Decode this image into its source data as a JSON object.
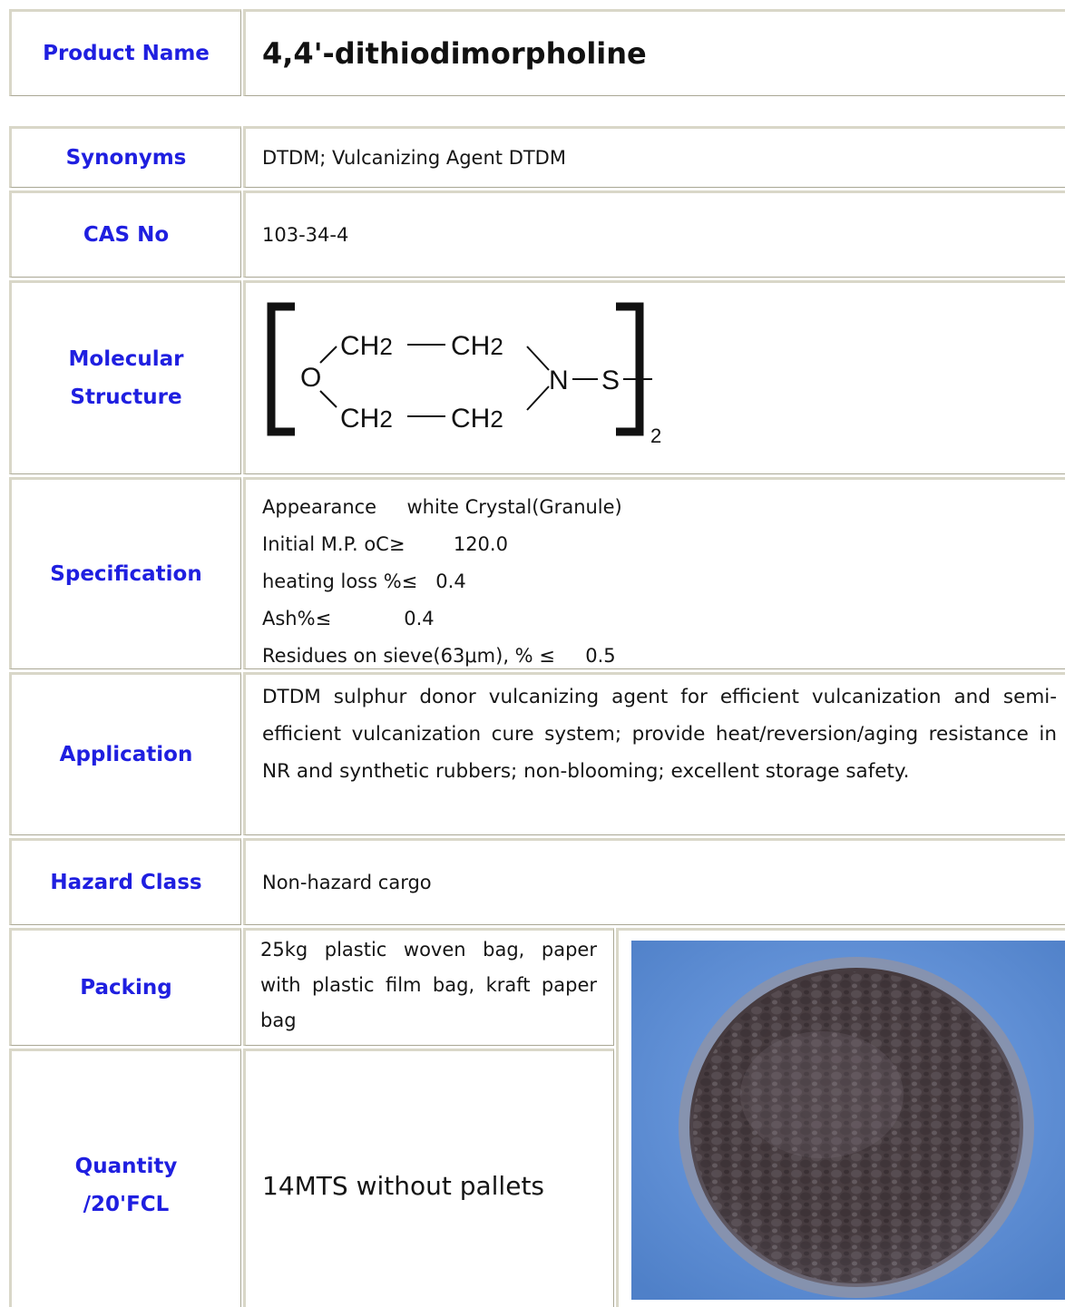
{
  "product_name": {
    "label": "Product Name",
    "value": "4,4'-dithiodimorpholine"
  },
  "synonyms": {
    "label": "Synonyms",
    "value": "DTDM; Vulcanizing Agent DTDM"
  },
  "cas": {
    "label": "CAS No",
    "value": "103-34-4"
  },
  "structure": {
    "label_line1": "Molecular",
    "label_line2": "Structure",
    "top_left": "CH2",
    "top_right": "CH2",
    "bottom_left": "CH2",
    "bottom_right": "CH2",
    "oxygen": "O",
    "nitrogen": "N",
    "sulfur": "S",
    "subscript": "2"
  },
  "specification": {
    "label": "Specification",
    "lines": [
      "Appearance     white Crystal(Granule)",
      "Initial M.P. oC≥        120.0",
      "heating loss %≤   0.4",
      "Ash%≤            0.4",
      "Residues on sieve(63μm), % ≤     0.5"
    ]
  },
  "application": {
    "label": "Application",
    "value": "DTDM sulphur donor vulcanizing agent for efficient vulcanization and semi-efficient vulcanization cure system; provide heat/reversion/aging resistance in NR and synthetic rubbers; non-blooming; excellent storage safety."
  },
  "hazard": {
    "label": "Hazard Class",
    "value": "Non-hazard cargo"
  },
  "packing": {
    "label": "Packing",
    "value": "25kg plastic woven bag, paper with plastic film bag, kraft paper bag"
  },
  "quantity": {
    "label_line1": "Quantity",
    "label_line2": "/20'FCL",
    "value": "14MTS without pallets"
  },
  "photo": {
    "subject": "dark-gray-granules-in-glass-dish",
    "bg_color": "#5f8fd6",
    "granule_color": "#45393c"
  }
}
